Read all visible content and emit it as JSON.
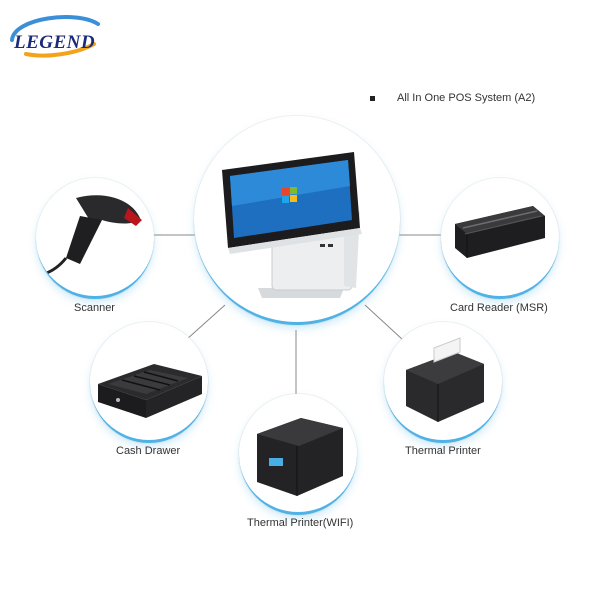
{
  "brand": {
    "logo_text": "LEGEND",
    "logo_swoosh_color": "#3a8fd8",
    "logo_accent_color": "#f3a21c"
  },
  "headline": "All In One POS System (A2)",
  "accent_color": "#4fb2e6",
  "peripherals": {
    "scanner": {
      "label": "Scanner",
      "icon": "barcode-scanner-icon"
    },
    "card_reader": {
      "label": "Card Reader (MSR)",
      "icon": "card-reader-icon"
    },
    "cash_drawer": {
      "label": "Cash Drawer",
      "icon": "cash-drawer-icon"
    },
    "thermal_printer": {
      "label": "Thermal Printer",
      "icon": "thermal-printer-icon"
    },
    "thermal_printer_wifi": {
      "label": "Thermal Printer(WIFI)",
      "icon": "thermal-printer-wifi-icon"
    }
  },
  "center_device": {
    "icon": "pos-terminal-icon"
  }
}
